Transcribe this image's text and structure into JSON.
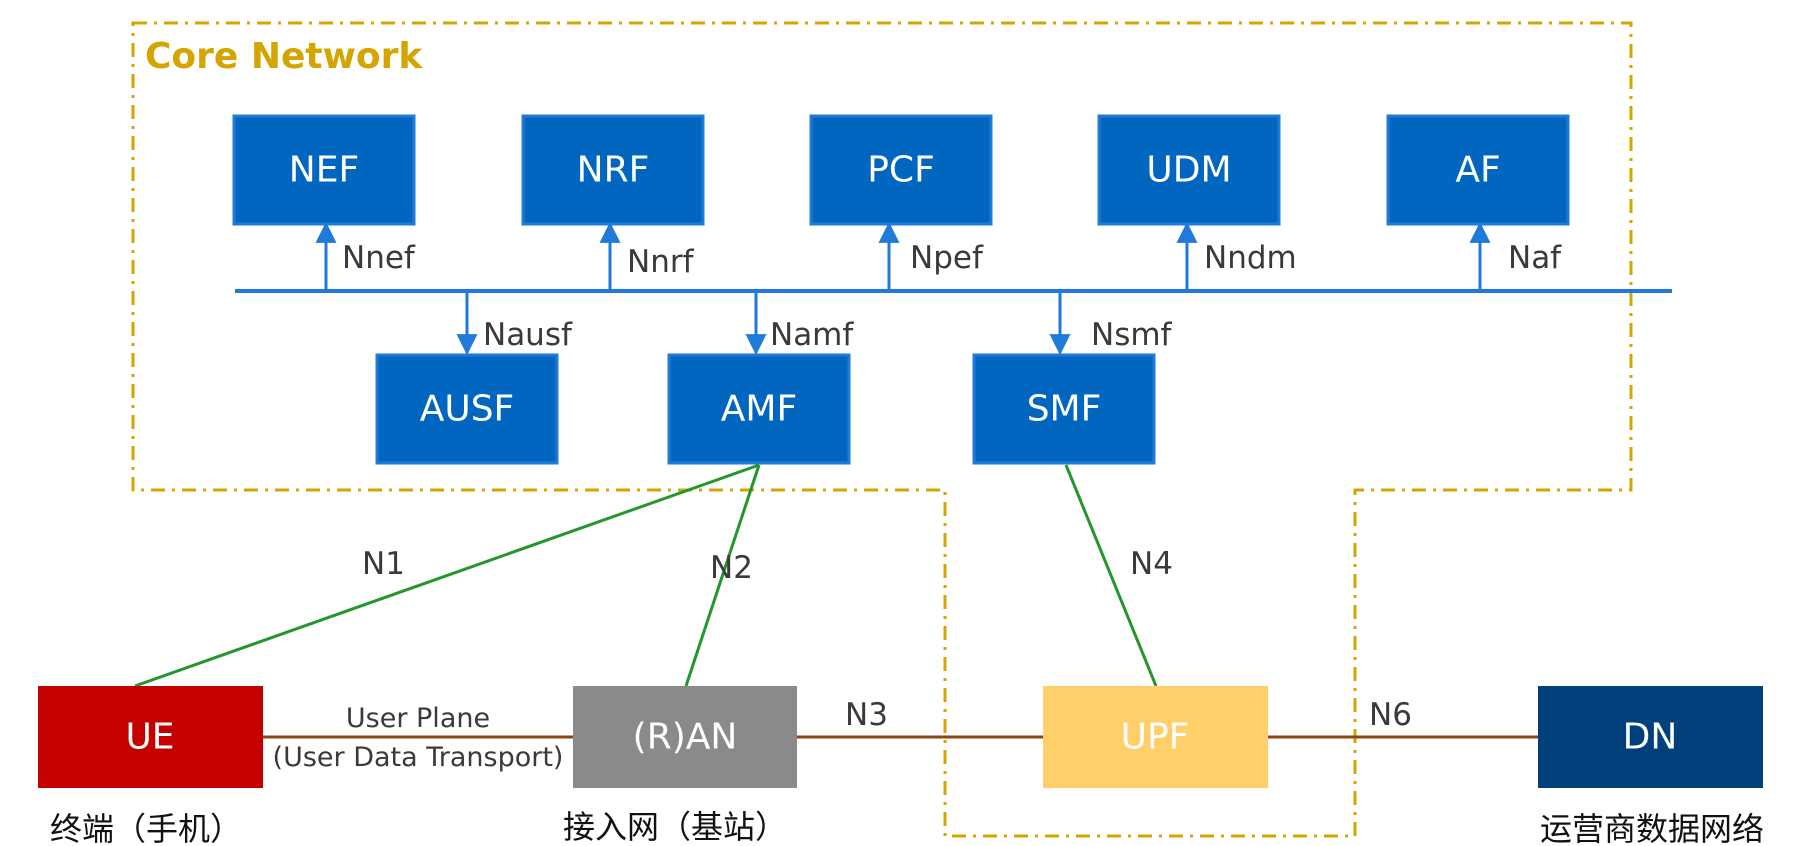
{
  "core_network": {
    "title": "Core Network",
    "functions": {
      "nef": "NEF",
      "nrf": "NRF",
      "pcf": "PCF",
      "udm": "UDM",
      "af": "AF",
      "ausf": "AUSF",
      "amf": "AMF",
      "smf": "SMF"
    },
    "interfaces": {
      "nnef": "Nnef",
      "nnrf": "Nnrf",
      "npef": "Npef",
      "nndm": "Nndm",
      "naf": "Naf",
      "nausf": "Nausf",
      "namf": "Namf",
      "nsmf": "Nsmf"
    }
  },
  "access": {
    "nodes": {
      "ue": "UE",
      "ran": "(R)AN",
      "upf": "UPF",
      "dn": "DN"
    },
    "links": {
      "n1": "N1",
      "n2": "N2",
      "n3": "N3",
      "n4": "N4",
      "n6": "N6"
    },
    "user_plane": {
      "line1": "User Plane",
      "line2": "(User Data Transport)"
    },
    "captions": {
      "ue": "终端（手机）",
      "ran": "接入网（基站）",
      "dn": "运营商数据网络"
    }
  },
  "colors": {
    "nf_blue": "#0066bf",
    "bus_blue": "#1f7ad9",
    "control_green": "#23962c",
    "user_plane_brown": "#8b4513",
    "boundary_gold": "#d4a500",
    "ue_red": "#c40000",
    "ran_gray": "#8a8a8a",
    "upf_yellow": "#ffcf6a",
    "dn_navy": "#00417c"
  }
}
